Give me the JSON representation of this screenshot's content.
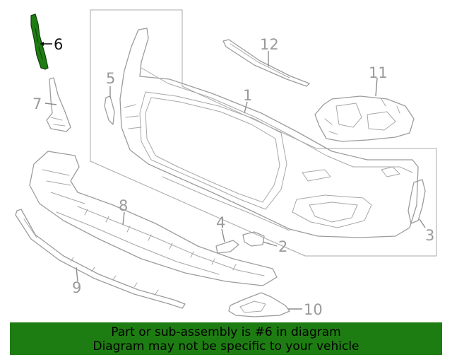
{
  "diagram": {
    "highlight_color": "#1e7d12",
    "callouts": [
      {
        "id": "6",
        "label": "6",
        "highlighted": true
      },
      {
        "id": "7",
        "label": "7",
        "highlighted": false
      },
      {
        "id": "5",
        "label": "5",
        "highlighted": false
      },
      {
        "id": "12",
        "label": "12",
        "highlighted": false
      },
      {
        "id": "1",
        "label": "1",
        "highlighted": false
      },
      {
        "id": "11",
        "label": "11",
        "highlighted": false
      },
      {
        "id": "8",
        "label": "8",
        "highlighted": false
      },
      {
        "id": "4",
        "label": "4",
        "highlighted": false
      },
      {
        "id": "2",
        "label": "2",
        "highlighted": false
      },
      {
        "id": "3",
        "label": "3",
        "highlighted": false
      },
      {
        "id": "9",
        "label": "9",
        "highlighted": false
      },
      {
        "id": "10",
        "label": "10",
        "highlighted": false
      }
    ]
  },
  "banner": {
    "line1": "Part or sub-assembly is #6 in diagram",
    "line2": "Diagram may not be specific to your vehicle",
    "background": "#1e7d12"
  }
}
